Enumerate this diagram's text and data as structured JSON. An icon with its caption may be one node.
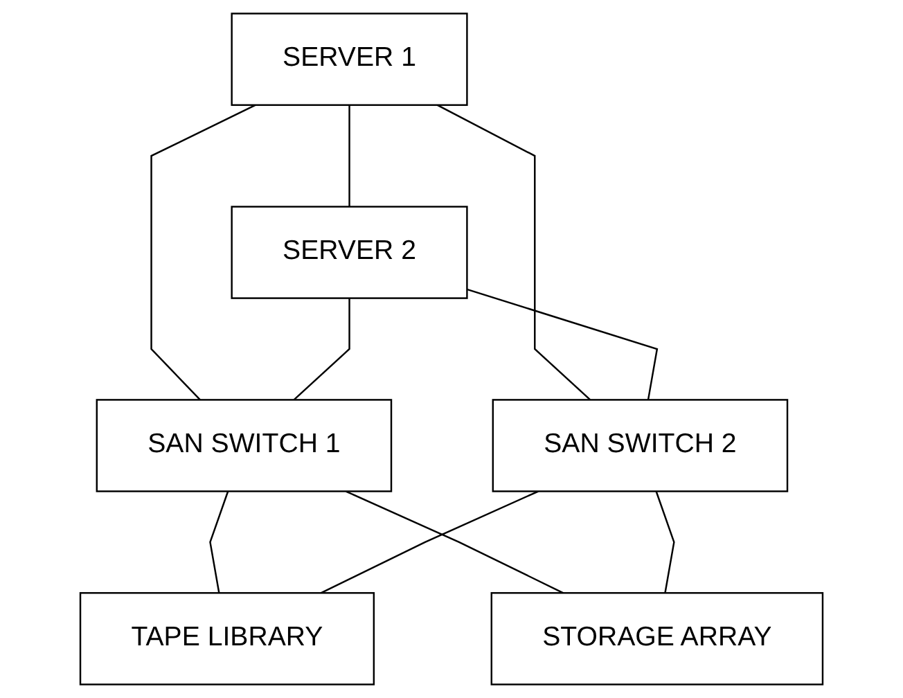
{
  "diagram": {
    "nodes": [
      {
        "text": [
          "SERVER 1"
        ]
      },
      {
        "text": [
          "SERVER 2"
        ]
      },
      {
        "text": [
          "SAN SWITCH 1"
        ]
      },
      {
        "text": [
          "SAN SWITCH 2"
        ]
      },
      {
        "text": [
          "TAPE LIBRARY"
        ]
      },
      {
        "text": [
          "STORAGE ARRAY"
        ]
      }
    ],
    "edges": [
      {
        "from": 0,
        "to": 1,
        "arrow": "none"
      },
      {
        "from": 0,
        "to": 2,
        "arrow": "none"
      },
      {
        "from": 0,
        "to": 3,
        "arrow": "none"
      },
      {
        "from": 1,
        "to": 2,
        "arrow": "none"
      },
      {
        "from": 1,
        "to": 3,
        "arrow": "none"
      },
      {
        "from": 2,
        "to": 4,
        "arrow": "none"
      },
      {
        "from": 3,
        "to": 4,
        "arrow": "none"
      },
      {
        "from": 2,
        "to": 5,
        "arrow": "none"
      },
      {
        "from": 3,
        "to": 5,
        "arrow": "none"
      }
    ]
  }
}
